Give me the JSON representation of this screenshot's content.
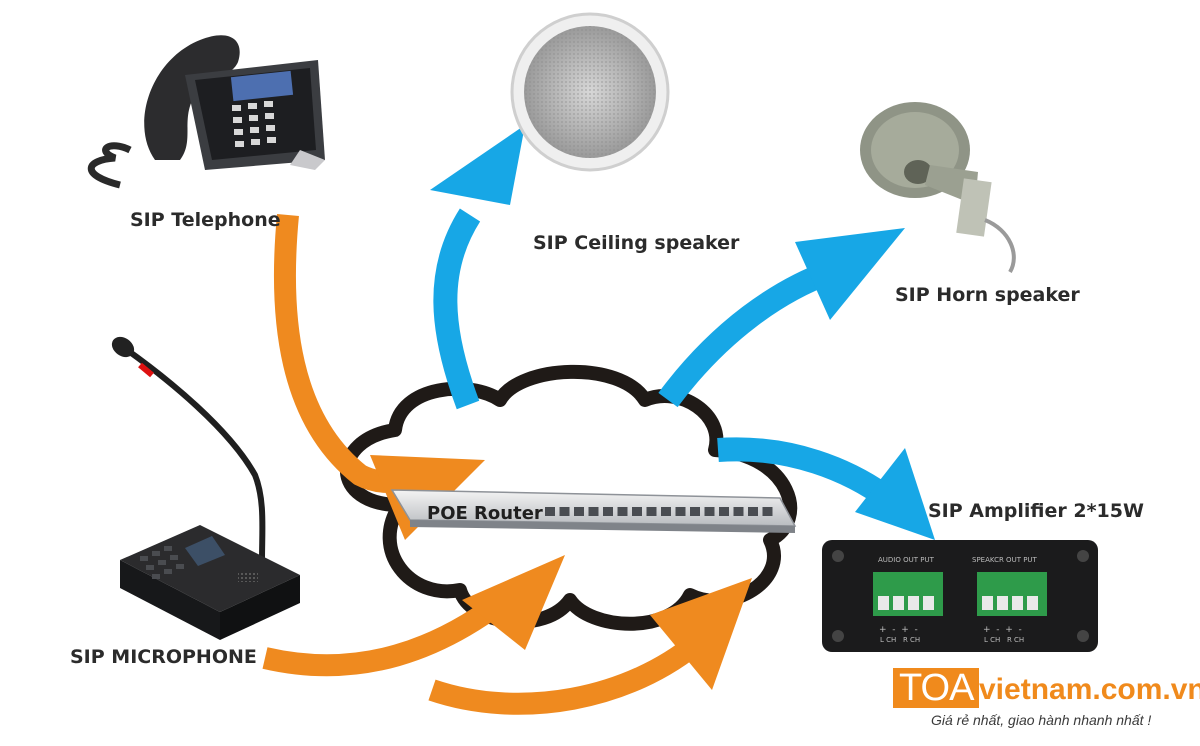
{
  "labels": {
    "telephone": "SIP Telephone",
    "ceiling": "SIP Ceiling speaker",
    "horn": "SIP Horn speaker",
    "amplifier": "SIP Amplifier 2*15W",
    "microphone": "SIP MICROPHONE",
    "router": "POE Router"
  },
  "amplifier_panel": {
    "audio_out": "AUDIO OUT PUT",
    "speaker_out": "SPEAKCR OUT PUT",
    "signs": "+  -  +  -",
    "channels": "L CH   R CH"
  },
  "brand": {
    "toa": "TOA",
    "site": "vietnam.com.vn",
    "tagline": "Giá rẻ nhất, giao hành nhanh nhất !"
  },
  "colors": {
    "orange_arrow": "#ef8a1f",
    "blue_arrow": "#17a7e6",
    "cloud_outline": "#1f1a17"
  }
}
